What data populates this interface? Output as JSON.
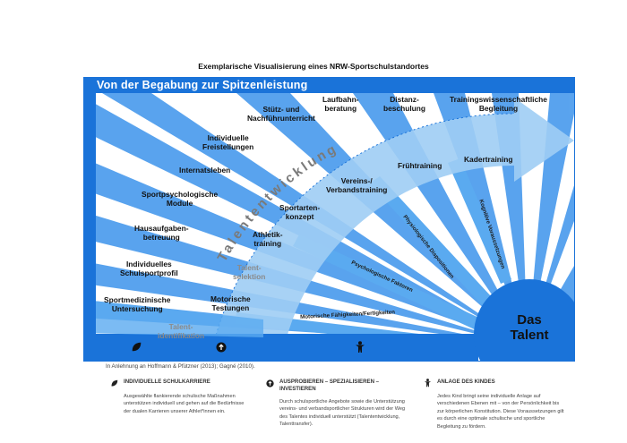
{
  "page_title": "Exemplarische Visualisierung eines NRW-Sportschulstandortes",
  "header_title": "Von der Begabung zur Spitzenleistung",
  "arc_text": "Talententwicklung",
  "left_labels": {
    "stuetz": "Stütz- und\nNachführunterricht",
    "laufbahn": "Laufbahn-\nberatung",
    "distanz": "Distanz-\nbeschulung",
    "trainingswiss": "Trainingswissenschaftliche\nBegleitung",
    "freistellungen": "Individuelle\nFreistellungen",
    "internat": "Internatsleben",
    "sportpsych": "Sportpsychologische\nModule",
    "hausaufgaben": "Hausaufgaben-\nbetreuung",
    "schulsportprofil": "Individuelles\nSchulsportprofil",
    "sportmed": "Sportmedizinische\nUntersuchung"
  },
  "stage_labels": {
    "talentidentifikation": "Talent-\nidentifikation",
    "motorische_testungen": "Motorische\nTestungen",
    "talentselektion": "Talent-\nselektion",
    "athletiktraining": "Athletik-\ntraining",
    "sportartenkonzept": "Sportarten-\nkonzept",
    "vereinstraining": "Vereins-/\nVerbandstraining",
    "fruehtraining": "Frühtraining",
    "kadertraining": "Kadertraining"
  },
  "ray_labels": {
    "motorisch": "Motorische Fähigkeiten/Fertigkeiten",
    "psychologisch": "Psychologische Faktoren",
    "physiologisch": "Physiologische Dispositionen",
    "kognitiv": "Kognitive Voraussetzungen"
  },
  "talent_label": "Das\nTalent",
  "credit": "In Anlehnung an Hoffmann & Pfützner (2013); Gagné (2010).",
  "legend": [
    {
      "icon": "leaf-icon",
      "title": "INDIVIDUELLE SCHULKARRIERE",
      "text": "Ausgewählte flankierende schulische Maßnahmen unterstützen individuell und gehen auf die Bedürfnisse der dualen Karrieren unserer Athlet*innen ein."
    },
    {
      "icon": "arrow-up-circle-icon",
      "title": "AUSPROBIEREN – SPEZIALISIEREN – INVESTIEREN",
      "text": "Durch schulsportliche Angebote sowie die Unterstützung vereins- und verbandsportlicher Strukturen wird der Weg des Talentes individuell unterstützt (Talententwicklung, Talenttransfer)."
    },
    {
      "icon": "person-icon",
      "title": "ANLAGE DES KINDES",
      "text": "Jedes Kind bringt seine individuelle Anlage auf verschiedenen Ebenen mit – von der Persönlichkeit bis zur körperlichen Konstitution. Diese Voraussetzungen gilt es durch eine optimale schulische und sportliche Begleitung zu fördern."
    }
  ],
  "colors": {
    "primary_blue": "#1a73d9",
    "light_blue": "#9fcdf4",
    "ray_blue": "#5aaaf0"
  }
}
